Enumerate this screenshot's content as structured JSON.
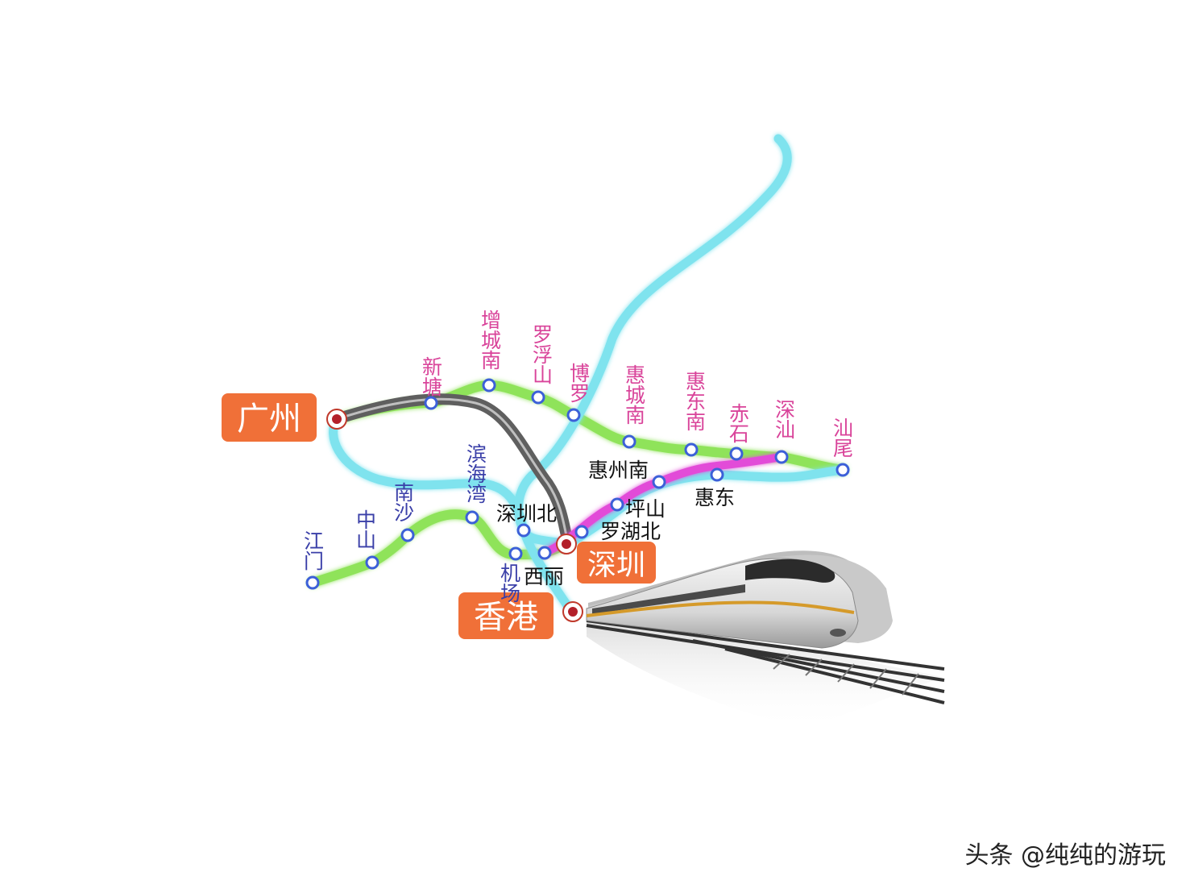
{
  "cities": {
    "guangzhou": "广州",
    "shenzhen": "深圳",
    "hongkong": "香港"
  },
  "stations": {
    "xintang": "新塘",
    "zengchengnan": "增城南",
    "luofushan": "罗浮山",
    "boluo": "博罗",
    "huichengnan": "惠城南",
    "huidongnan": "惠东南",
    "chishi": "赤石",
    "shenshan": "深汕",
    "shanwei": "汕尾",
    "jiangmen": "江门",
    "zhongshan": "中山",
    "nansha": "南沙",
    "binhaiwan": "滨海湾",
    "jichang": "机场",
    "shenzhenbei": "深圳北",
    "xili": "西丽",
    "huizhounan": "惠州南",
    "huidong": "惠东",
    "pingshan": "坪山",
    "luohubei": "罗湖北"
  },
  "watermark": "头条 @纯纯的游玩",
  "line_colors": {
    "green": "#8fe35a",
    "cyan": "#7fe3ee",
    "gray": "#6b6b6b",
    "magenta": "#e24bd8",
    "city_label": "#f07038"
  }
}
